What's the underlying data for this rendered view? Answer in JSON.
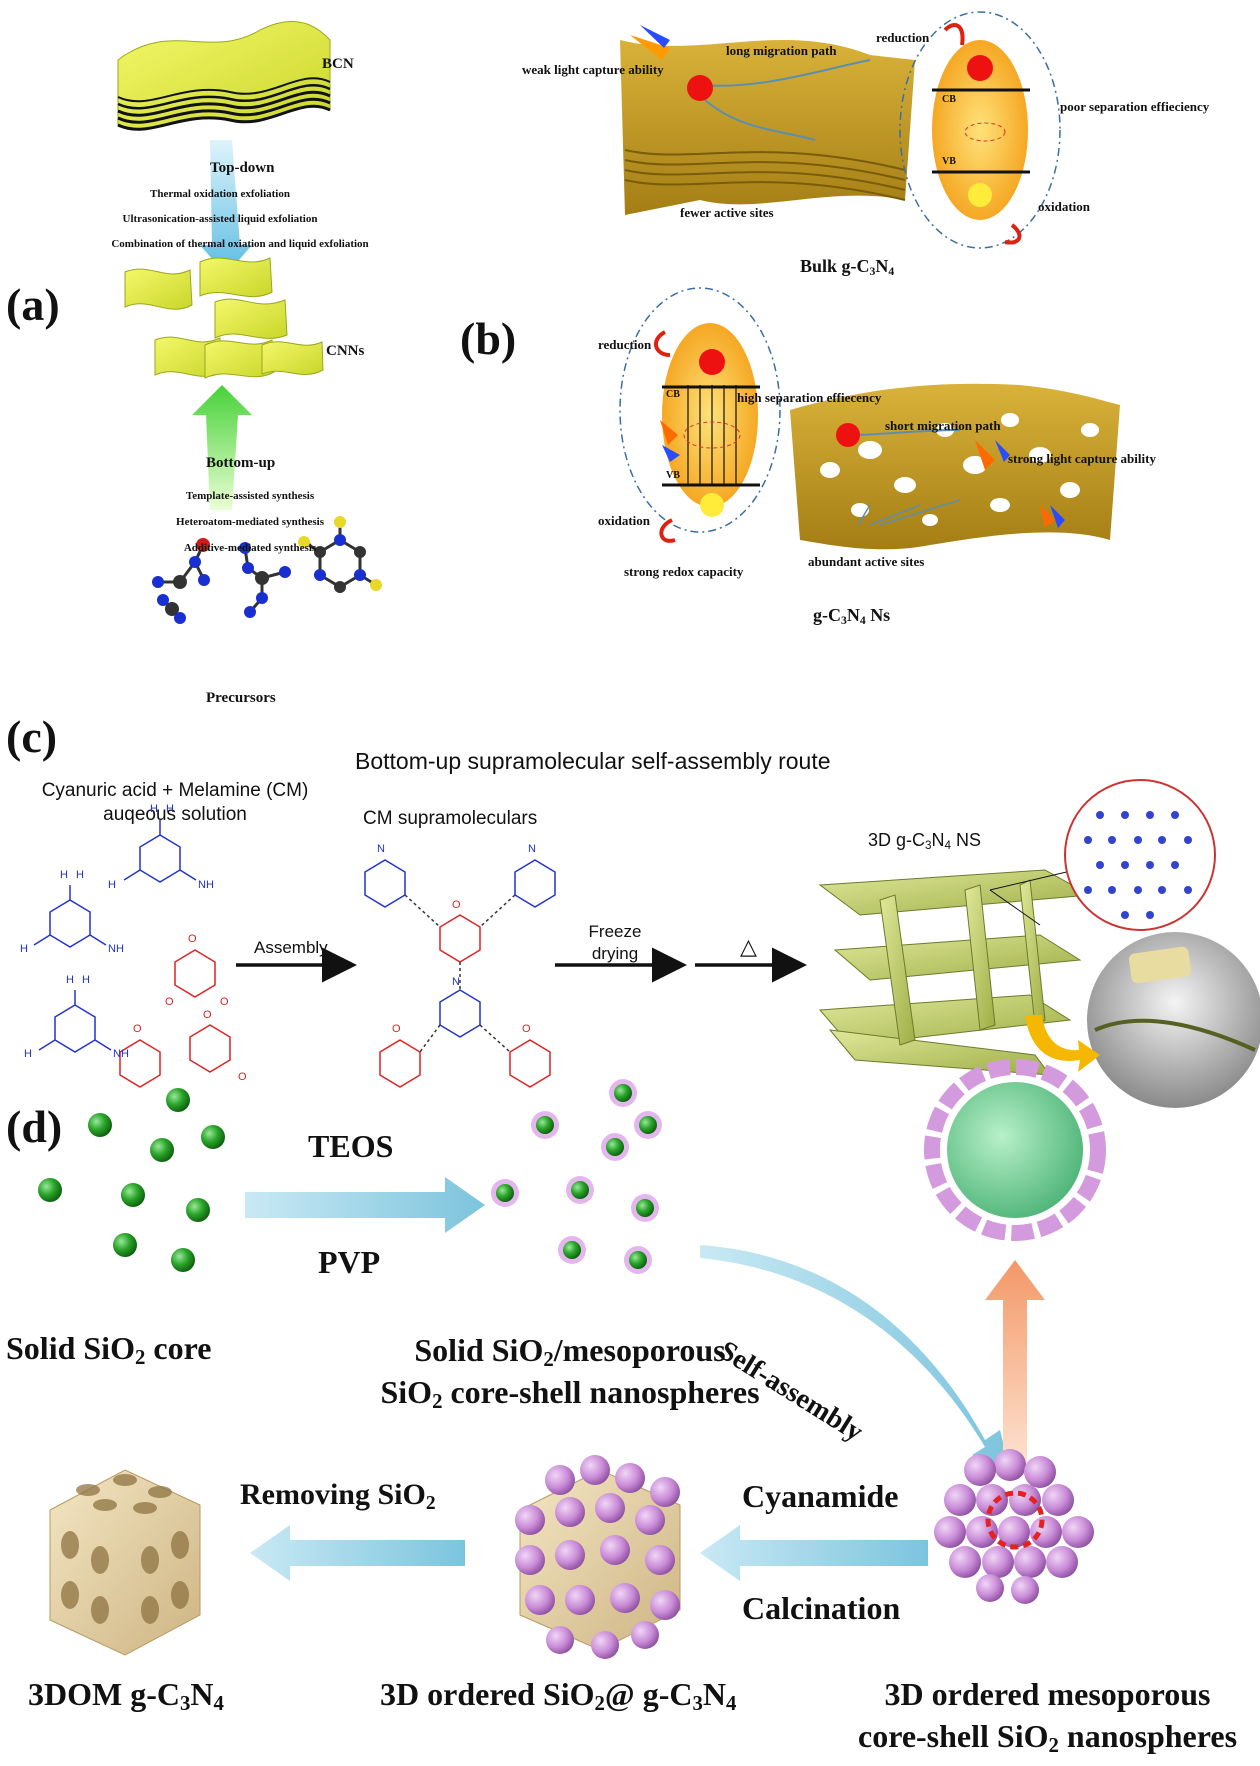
{
  "panel_a": {
    "letter": "(a)",
    "bcn": "BCN",
    "top_down": "Top-down",
    "top_down_methods": [
      "Thermal oxidation exfoliation",
      "Ultrasonication-assisted liquid exfoliation",
      "Combination of thermal oxiation and liquid exfoliation"
    ],
    "cnns": "CNNs",
    "bottom_up": "Bottom-up",
    "bottom_up_methods": [
      "Template-assisted synthesis",
      "Heteroatom-mediated synthesis",
      "Additive-mediated synthesis"
    ],
    "precursors": "Precursors"
  },
  "panel_b": {
    "letter": "(b)",
    "bulk": {
      "weak_light": "weak light capture ability",
      "long_path": "long migration path",
      "reduction": "reduction",
      "poor_sep": "poor separation effieciency",
      "fewer_sites": "fewer active sites",
      "oxidation": "oxidation",
      "cb": "CB",
      "vb": "VB",
      "title_pre": "Bulk g-C",
      "title_sub1": "3",
      "title_mid": "N",
      "title_sub2": "4"
    },
    "ns": {
      "reduction": "reduction",
      "high_sep": "high separation effiecency",
      "short_path": "short migration path",
      "strong_light": "strong light capture ability",
      "oxidation": "oxidation",
      "abundant": "abundant active sites",
      "redox": "strong redox capacity",
      "cb": "CB",
      "vb": "VB",
      "title_pre": "g-C",
      "title_sub1": "3",
      "title_mid": "N",
      "title_sub2": "4",
      "title_post": " Ns"
    }
  },
  "panel_c": {
    "letter": "(c)",
    "title": "Bottom-up supramolecular self-assembly route",
    "solution_line1": "Cyanuric acid + Melamine (CM)",
    "solution_line2": "auqeous solution",
    "supramolecular": "CM supramoleculars",
    "assembly": "Assembly",
    "freeze_line1": "Freeze",
    "freeze_line2": "drying",
    "heat": "△",
    "ns_pre": "3D g-C",
    "ns_sub1": "3",
    "ns_mid": "N",
    "ns_sub2": "4",
    "ns_post": " NS"
  },
  "panel_d": {
    "letter": "(d)",
    "teos": "TEOS",
    "pvp": "PVP",
    "solid_core_pre": "Solid SiO",
    "solid_core_sub": "2",
    "solid_core_post": " core",
    "coreshell_l1_pre": "Solid SiO",
    "coreshell_l1_sub": "2",
    "coreshell_l1_post": "/mesoporous",
    "coreshell_l2_pre": "SiO",
    "coreshell_l2_sub": "2",
    "coreshell_l2_post": " core-shell nanospheres",
    "self_assembly": "Self-assembly",
    "removing_pre": "Removing SiO",
    "removing_sub": "2",
    "cyanamide": "Cyanamide",
    "calcination": "Calcination",
    "dom_pre": "3DOM g-C",
    "dom_sub1": "3",
    "dom_mid": "N",
    "dom_sub2": "4",
    "ordered_pre": "3D ordered SiO",
    "ordered_sub1": "2",
    "ordered_mid": "@ g-C",
    "ordered_sub2": "3",
    "ordered_mid2": "N",
    "ordered_sub3": "4",
    "meso_l1": "3D ordered mesoporous",
    "meso_l2_pre": "core-shell SiO",
    "meso_l2_sub": "2",
    "meso_l2_post": " nanospheres"
  },
  "colors": {
    "sheet_yellow": "#e8f04a",
    "gold_sheet": "#c9a227",
    "orange_ellipse": "#f7b731",
    "blue_molecule": "#2233cc",
    "red_molecule": "#dd2222",
    "green_sphere": "#2aa52a",
    "pink_shell": "#c87bd4",
    "light_blue_arrow": "#9fd3e6"
  }
}
